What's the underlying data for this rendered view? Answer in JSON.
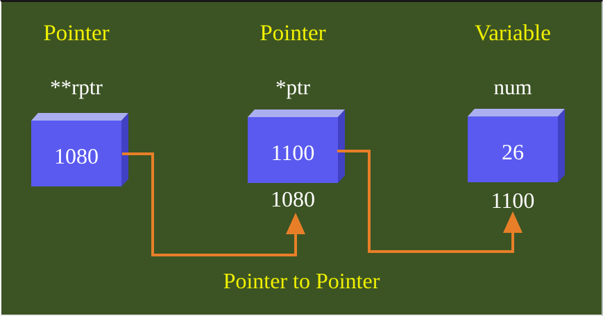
{
  "diagram": {
    "title": "Pointer to Pointer",
    "columns": [
      {
        "header": "Pointer",
        "var_name": "**rptr",
        "value": "1080",
        "address_label": ""
      },
      {
        "header": "Pointer",
        "var_name": "*ptr",
        "value": "1100",
        "address_label": "1080"
      },
      {
        "header": "Variable",
        "var_name": "num",
        "value": "26",
        "address_label": "1100"
      }
    ]
  },
  "colors": {
    "background": "#3c5424",
    "label-yellow": "#f0f000",
    "text-white": "#ffffff",
    "box-front": "#5a5af0",
    "box-top": "#abaff0",
    "box-side": "#4141c4",
    "arrow-orange": "#e87f28"
  }
}
